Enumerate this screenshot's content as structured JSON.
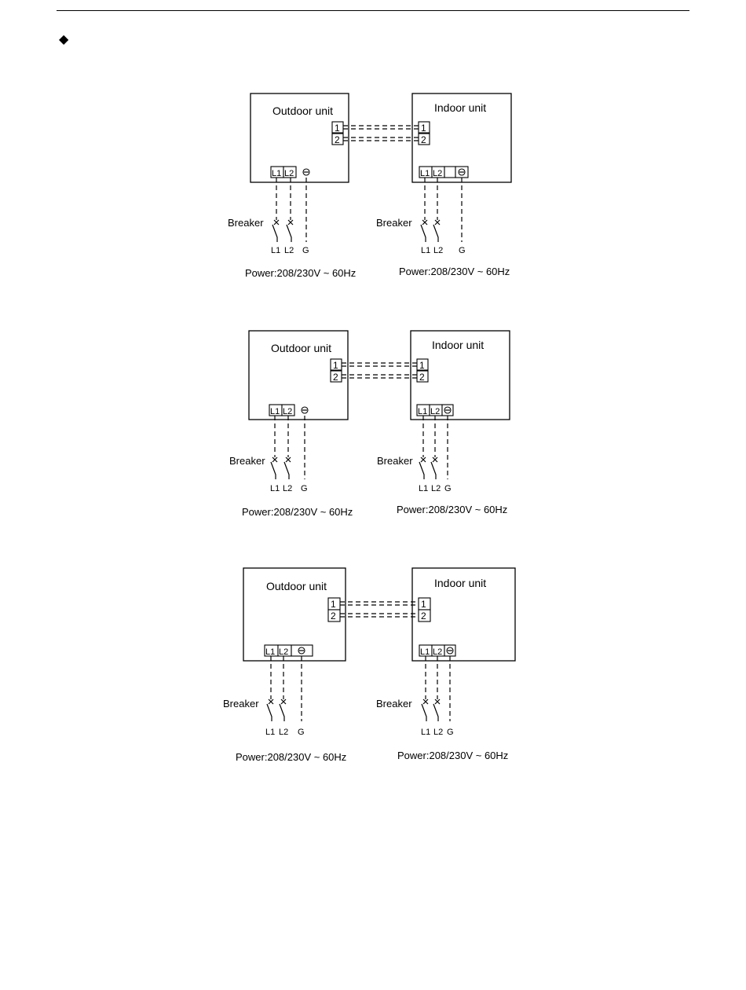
{
  "page": {
    "bullet": "◆"
  },
  "labels": {
    "outdoor_unit": "Outdoor unit",
    "indoor_unit": "Indoor unit",
    "breaker": "Breaker",
    "terminal_1": "1",
    "terminal_2": "2",
    "L1": "L1",
    "L2": "L2",
    "G": "G",
    "power": "Power:208/230V ~ 60Hz"
  },
  "diagrams": [
    {
      "id": "diagram-1",
      "outdoor_terminals": [
        "L1",
        "L2",
        "G"
      ],
      "indoor_terminals": [
        "L1",
        "L2",
        "blank",
        "G"
      ],
      "outdoor_power": "Power:208/230V ~ 60Hz",
      "indoor_power": "Power:208/230V ~ 60Hz"
    },
    {
      "id": "diagram-2",
      "outdoor_terminals": [
        "L1",
        "L2",
        "G"
      ],
      "indoor_terminals": [
        "L1",
        "L2",
        "G"
      ],
      "outdoor_power": "Power:208/230V ~ 60Hz",
      "indoor_power": "Power:208/230V ~ 60Hz"
    },
    {
      "id": "diagram-3",
      "outdoor_terminals": [
        "L1",
        "L2",
        "G"
      ],
      "indoor_terminals": [
        "L1",
        "L2",
        "G"
      ],
      "outdoor_power": "Power:208/230V ~ 60Hz",
      "indoor_power": "Power:208/230V ~ 60Hz"
    }
  ]
}
